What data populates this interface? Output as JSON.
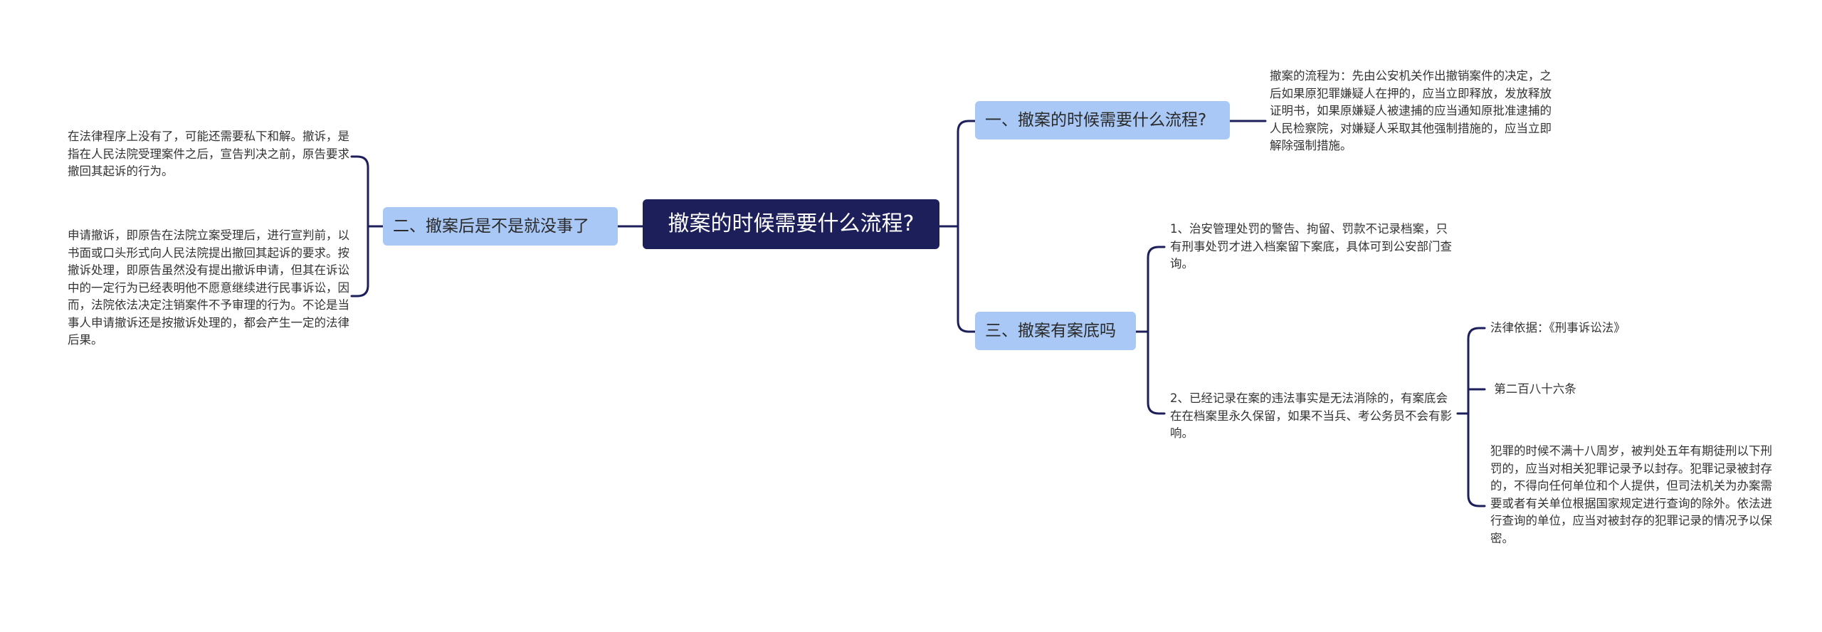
{
  "colors": {
    "root_bg": "#1c1f5a",
    "branch_bg": "#a9c8f5",
    "connector": "#1c1f5a",
    "text": "#333333"
  },
  "root": "撤案的时候需要什么流程?",
  "branches": {
    "b1": {
      "label": "一、撤案的时候需要什么流程?",
      "text": "撤案的流程为：先由公安机关作出撤销案件的决定，之后如果原犯罪嫌疑人在押的，应当立即释放，发放释放证明书，如果原嫌疑人被逮捕的应当通知原批准逮捕的人民检察院，对嫌疑人采取其他强制措施的，应当立即解除强制措施。"
    },
    "b2": {
      "label": "二、撤案后是不是就没事了",
      "texts": [
        "在法律程序上没有了，可能还需要私下和解。撤诉，是指在人民法院受理案件之后，宣告判决之前，原告要求撤回其起诉的行为。",
        "申请撤诉，即原告在法院立案受理后，进行宣判前，以书面或口头形式向人民法院提出撤回其起诉的要求。按撤诉处理，即原告虽然没有提出撤诉申请，但其在诉讼中的一定行为已经表明他不愿意继续进行民事诉讼，因而，法院依法决定注销案件不予审理的行为。不论是当事人申请撤诉还是按撤诉处理的，都会产生一定的法律后果。"
      ]
    },
    "b3": {
      "label": "三、撤案有案底吗",
      "texts": [
        "1、治安管理处罚的警告、拘留、罚款不记录档案，只有刑事处罚才进入档案留下案底，具体可到公安部门查询。",
        "2、已经记录在案的违法事实是无法消除的，有案底会在在档案里永久保留，如果不当兵、考公务员不会有影响。"
      ],
      "sub": [
        "法律依据：《刑事诉讼法》",
        " 第二百八十六条",
        "犯罪的时候不满十八周岁，被判处五年有期徒刑以下刑罚的，应当对相关犯罪记录予以封存。犯罪记录被封存的，不得向任何单位和个人提供，但司法机关为办案需要或者有关单位根据国家规定进行查询的除外。依法进行查询的单位，应当对被封存的犯罪记录的情况予以保密。"
      ]
    }
  }
}
